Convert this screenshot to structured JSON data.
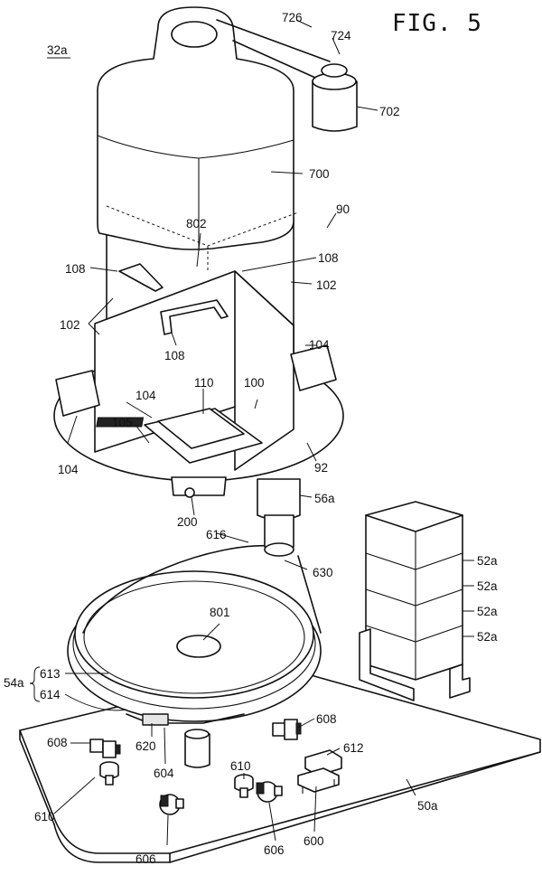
{
  "figure_title": "FIG. 5",
  "labels": {
    "l32a": "32a",
    "l726": "726",
    "l724": "724",
    "l702": "702",
    "l700": "700",
    "l90": "90",
    "l802": "802",
    "l108a": "108",
    "l108b": "108",
    "l108c": "108",
    "l102a": "102",
    "l102b": "102",
    "l104a": "104",
    "l104b": "104",
    "l104c": "104",
    "l110": "110",
    "l100": "100",
    "l105": "105",
    "l92": "92",
    "l56a": "56a",
    "l200": "200",
    "l616": "616",
    "l630": "630",
    "l52a1": "52a",
    "l52a2": "52a",
    "l52a3": "52a",
    "l52a4": "52a",
    "l801": "801",
    "l54a": "54a",
    "l613": "613",
    "l614": "614",
    "l608a": "608",
    "l608b": "608",
    "l612": "612",
    "l620": "620",
    "l604": "604",
    "l610a": "610",
    "l610b": "610",
    "l50a": "50a",
    "l606a": "606",
    "l606b": "606",
    "l600": "600"
  }
}
